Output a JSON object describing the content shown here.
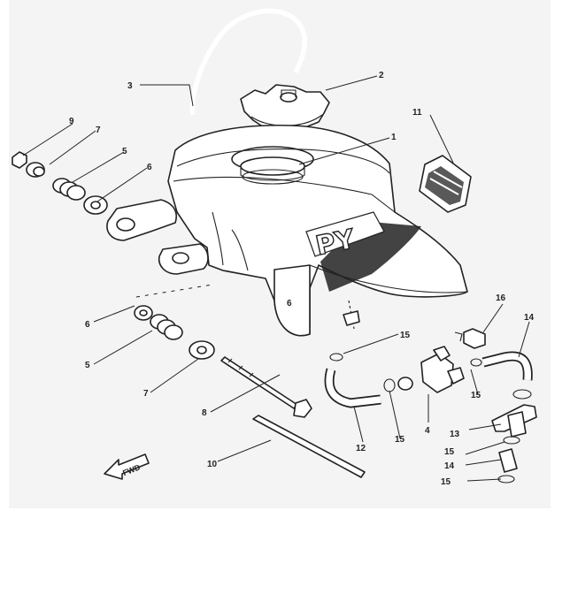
{
  "diagram": {
    "tank_marking": "PY",
    "tank_side_mark": "6",
    "fwd_label": "FWD",
    "callouts": [
      {
        "id": "c1",
        "text": "1"
      },
      {
        "id": "c2",
        "text": "2"
      },
      {
        "id": "c3",
        "text": "3"
      },
      {
        "id": "c4",
        "text": "4"
      },
      {
        "id": "c5a",
        "text": "5"
      },
      {
        "id": "c5b",
        "text": "5"
      },
      {
        "id": "c6a",
        "text": "6"
      },
      {
        "id": "c6b",
        "text": "6"
      },
      {
        "id": "c7a",
        "text": "7"
      },
      {
        "id": "c7b",
        "text": "7"
      },
      {
        "id": "c8",
        "text": "8"
      },
      {
        "id": "c9",
        "text": "9"
      },
      {
        "id": "c10",
        "text": "10"
      },
      {
        "id": "c11",
        "text": "11"
      },
      {
        "id": "c12",
        "text": "12"
      },
      {
        "id": "c13",
        "text": "13"
      },
      {
        "id": "c14a",
        "text": "14"
      },
      {
        "id": "c14b",
        "text": "14"
      },
      {
        "id": "c15a",
        "text": "15"
      },
      {
        "id": "c15b",
        "text": "15"
      },
      {
        "id": "c15c",
        "text": "15"
      },
      {
        "id": "c15d",
        "text": "15"
      },
      {
        "id": "c15e",
        "text": "15"
      },
      {
        "id": "c16",
        "text": "16"
      }
    ]
  }
}
